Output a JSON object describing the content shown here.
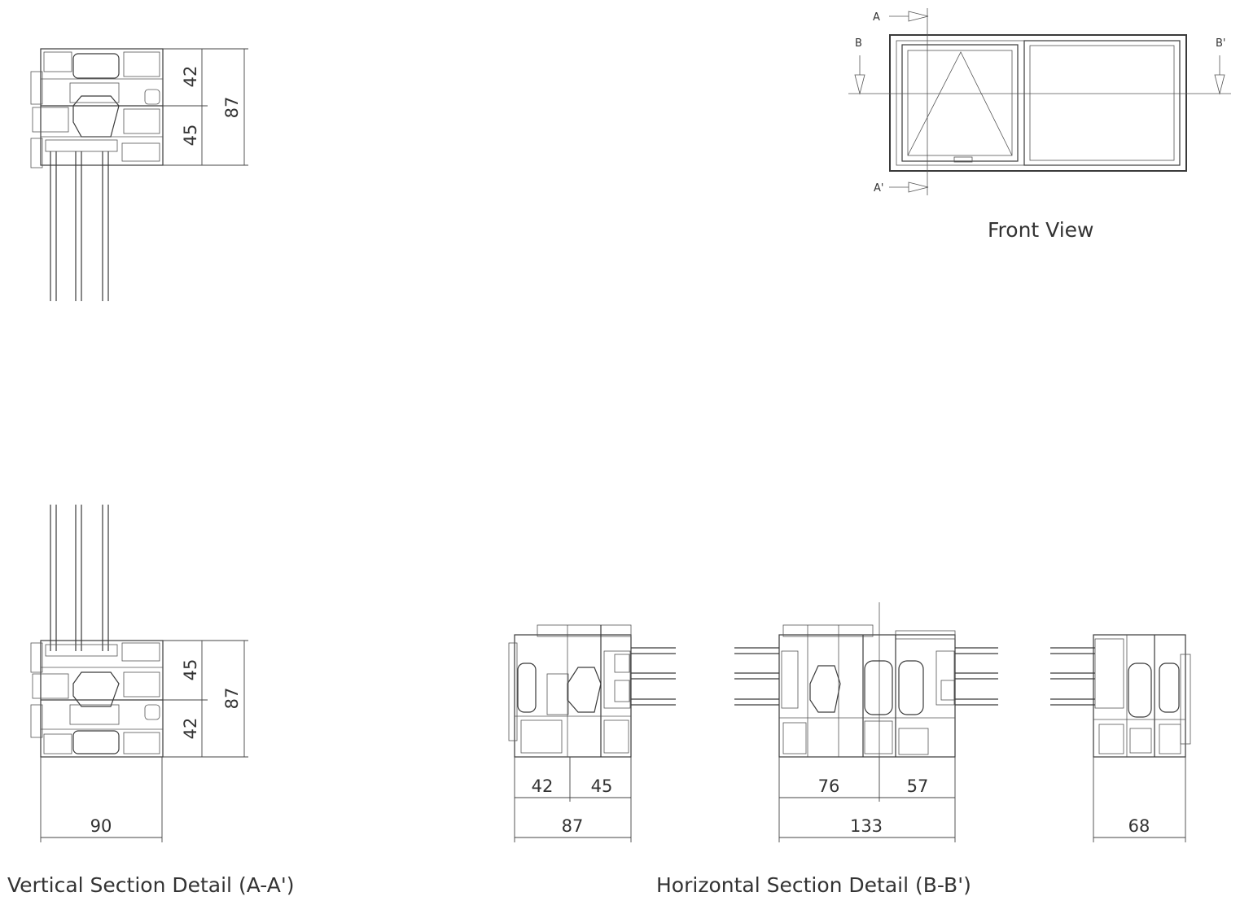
{
  "captions": {
    "front_view": "Front View",
    "vertical_section": "Vertical Section Detail (A-A')",
    "horizontal_section": "Horizontal Section Detail (B-B')"
  },
  "section_marks": {
    "a": "A",
    "a_prime": "A'",
    "b": "B",
    "b_prime": "B'"
  },
  "vertical_top": {
    "upper": "42",
    "lower": "45",
    "total": "87"
  },
  "vertical_bottom": {
    "upper": "45",
    "lower": "42",
    "total": "87",
    "width": "90"
  },
  "horizontal_left": {
    "part1": "42",
    "part2": "45",
    "total": "87"
  },
  "horizontal_middle": {
    "part1": "76",
    "part2": "57",
    "total": "133"
  },
  "horizontal_right": {
    "total": "68"
  }
}
